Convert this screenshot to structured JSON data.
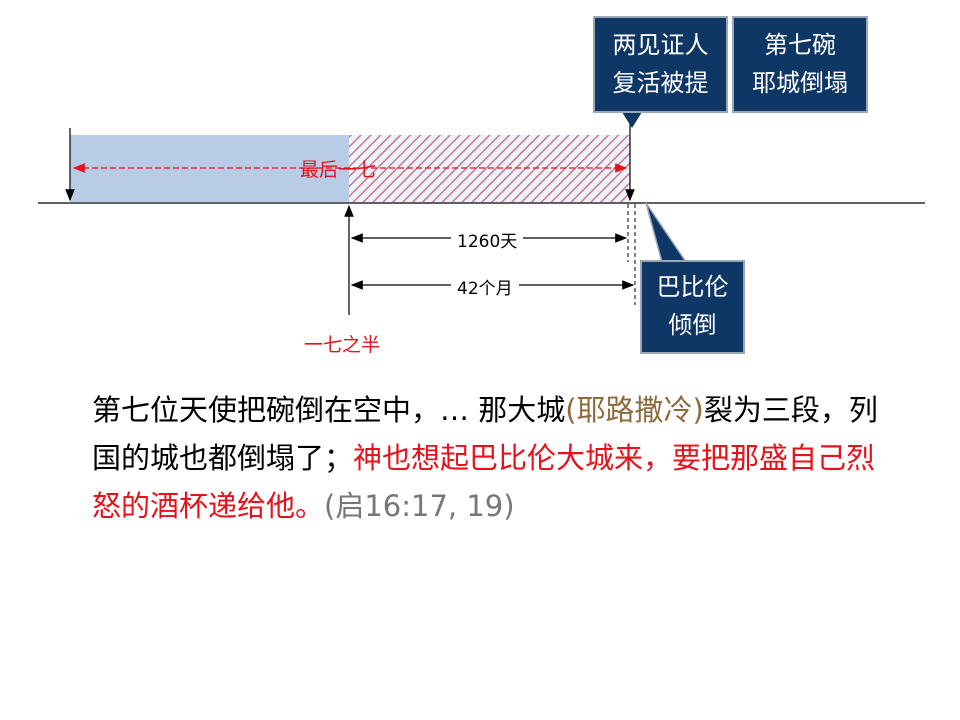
{
  "boxes": {
    "witness": {
      "line1": "两见证人",
      "line2": "复活被提"
    },
    "bowl": {
      "line1": "第七碗",
      "line2": "耶城倒塌"
    },
    "babylon": {
      "line1": "巴比伦",
      "line2": "倾倒"
    }
  },
  "labels": {
    "last_seven": "最后一七",
    "half_seven": "一七之半",
    "days": "1260天",
    "months": "42个月"
  },
  "verse": {
    "part1": "第七位天使把碗倒在空中，… 那大城",
    "part2": "(耶路撒冷)",
    "part3": "裂为三段，列国的城也都倒塌了；",
    "part4": "神也想起巴比伦大城来，要把那盛自己烈怒的酒杯递给他。",
    "part5": "(启16:17, 19)"
  },
  "colors": {
    "box_fill": "#0f3766",
    "red": "#e8101a",
    "brown": "#8c6a3a",
    "gray": "#777777",
    "band_blue": "#b7cbe6",
    "hatch": "#c8788a"
  }
}
